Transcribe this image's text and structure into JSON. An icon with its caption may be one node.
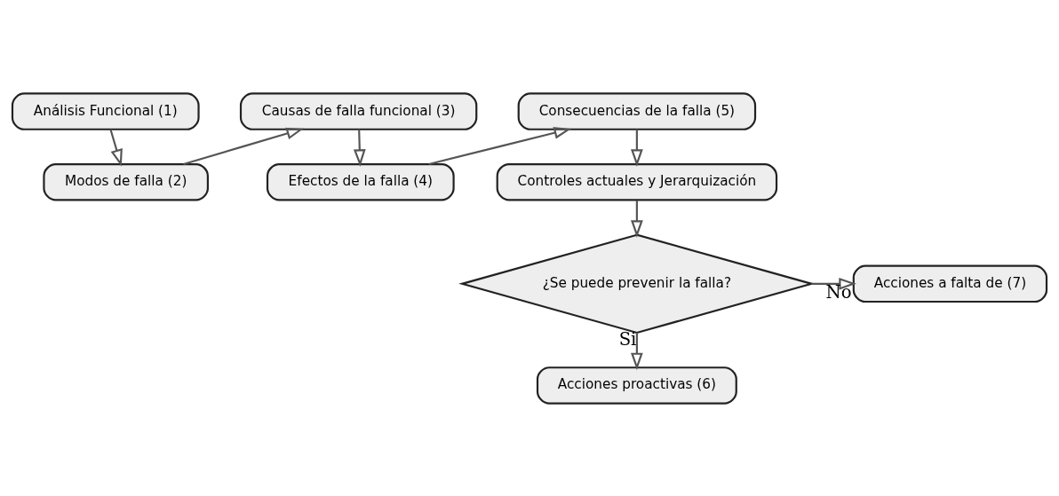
{
  "diagram": {
    "nodes": [
      {
        "text": [
          "Análisis Funcional (1)"
        ]
      },
      {
        "text": [
          "Modos de falla (2)"
        ]
      },
      {
        "text": [
          "Causas de falla funcional (3)"
        ]
      },
      {
        "text": [
          "Efectos de la falla (4)"
        ]
      },
      {
        "text": [
          "Consecuencias de la falla (5)"
        ]
      },
      {
        "text": [
          "Controles actuales y Jerarquización"
        ]
      },
      {
        "text": [
          "¿Se puede prevenir la falla?"
        ]
      },
      {
        "text": [
          "Acciones a falta de (7)"
        ]
      },
      {
        "text": [
          "Acciones proactivas (6)"
        ]
      }
    ],
    "edges": [
      {
        "from": 0,
        "to": 1,
        "arrow": "to"
      },
      {
        "from": 1,
        "to": 2,
        "arrow": "to"
      },
      {
        "from": 2,
        "to": 3,
        "arrow": "to"
      },
      {
        "from": 3,
        "to": 4,
        "arrow": "to"
      },
      {
        "from": 4,
        "to": 5,
        "arrow": "to"
      },
      {
        "from": 5,
        "to": 6,
        "arrow": "to"
      },
      {
        "from": 6,
        "to": 7,
        "arrow": "to",
        "label": "No"
      },
      {
        "from": 6,
        "to": 8,
        "arrow": "to",
        "label": "Si"
      }
    ]
  }
}
